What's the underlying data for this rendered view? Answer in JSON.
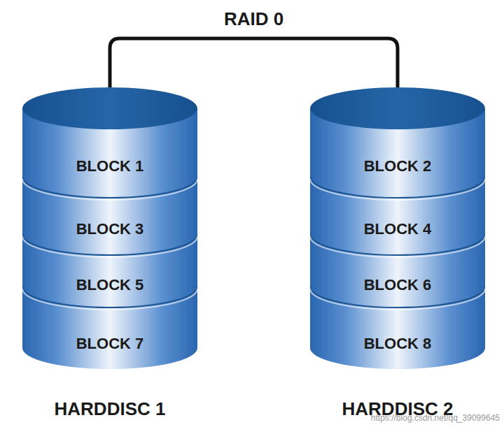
{
  "diagram": {
    "nodes": [
      {
        "text": [
          "HARDDISC 1"
        ]
      },
      {
        "text": [
          "BLOCK 1"
        ],
        "in": 0
      },
      {
        "text": [
          "BLOCK 3"
        ],
        "in": 0
      },
      {
        "text": [
          "BLOCK 5"
        ],
        "in": 0
      },
      {
        "text": [
          "BLOCK 7"
        ],
        "in": 0
      },
      {
        "text": [
          "HARDDISC 2"
        ]
      },
      {
        "text": [
          "BLOCK 2"
        ],
        "in": 5
      },
      {
        "text": [
          "BLOCK 4"
        ],
        "in": 5
      },
      {
        "text": [
          "BLOCK 6"
        ],
        "in": 5
      },
      {
        "text": [
          "BLOCK 8"
        ],
        "in": 5
      }
    ],
    "edges": [
      {
        "from": 0,
        "to": 5,
        "label": "RAID 0",
        "arrow": "none"
      }
    ],
    "labels": [
      "https://blog.csdn.net/qq_39099645"
    ]
  }
}
